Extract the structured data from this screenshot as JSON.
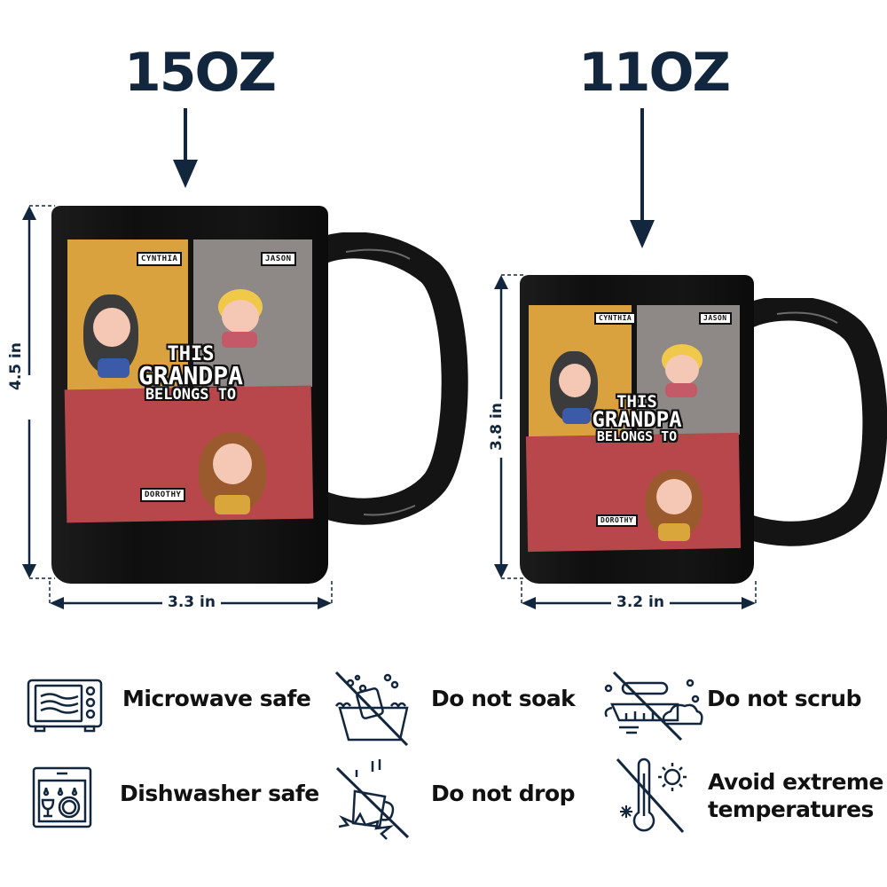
{
  "sizes": [
    {
      "label": "15OZ",
      "height": "4.5 in",
      "width": "3.3 in",
      "design": {
        "slogan_lines": [
          "THIS",
          "GRANDPA",
          "BELONGS TO"
        ],
        "names": [
          "CYNTHIA",
          "JASON",
          "DOROTHY"
        ]
      }
    },
    {
      "label": "11OZ",
      "height": "3.8 in",
      "width": "3.2 in",
      "design": {
        "slogan_lines": [
          "THIS",
          "GRANDPA",
          "BELONGS TO"
        ],
        "names": [
          "CYNTHIA",
          "JASON",
          "DOROTHY"
        ]
      }
    }
  ],
  "care": [
    {
      "icon": "microwave-icon",
      "label": "Microwave safe"
    },
    {
      "icon": "no-soak-icon",
      "label": "Do not soak"
    },
    {
      "icon": "no-scrub-icon",
      "label": "Do not scrub"
    },
    {
      "icon": "dishwasher-icon",
      "label": "Dishwasher safe"
    },
    {
      "icon": "no-drop-icon",
      "label": "Do not drop"
    },
    {
      "icon": "no-extreme-temp-icon",
      "label_lines": [
        "Avoid extreme",
        "temperatures"
      ]
    }
  ],
  "colors": {
    "navy": "#12263e",
    "mustard": "#d9a23f",
    "gray": "#8e8886",
    "brick": "#b8474b",
    "mug": "#111111"
  }
}
